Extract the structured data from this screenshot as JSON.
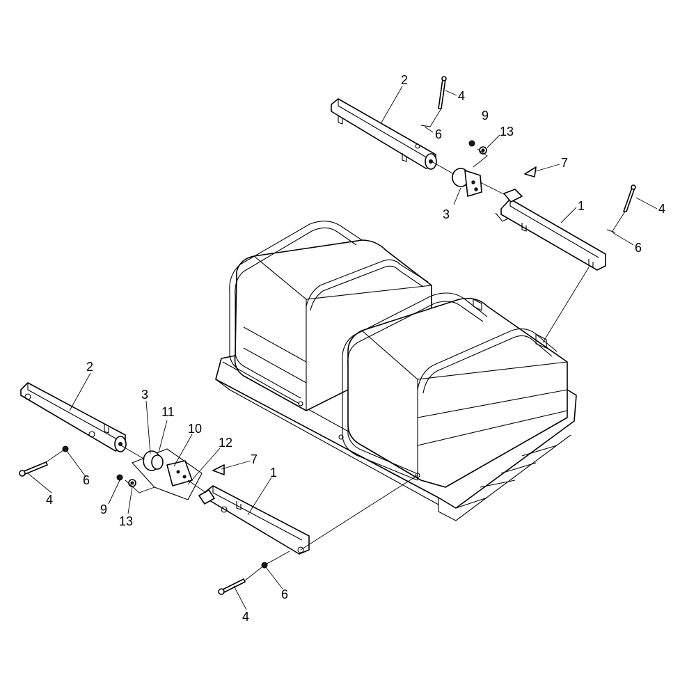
{
  "callouts": {
    "top_2": "2",
    "top_4a": "4",
    "top_6a": "6",
    "top_9": "9",
    "top_13": "13",
    "top_7": "7",
    "top_3": "3",
    "top_1": "1",
    "top_4b": "4",
    "top_6b": "6",
    "bot_2": "2",
    "bot_3": "3",
    "bot_11": "11",
    "bot_10": "10",
    "bot_12": "12",
    "bot_7": "7",
    "bot_6a": "6",
    "bot_4a": "4",
    "bot_9": "9",
    "bot_13": "13",
    "bot_1": "1",
    "bot_6b": "6",
    "bot_4b": "4"
  }
}
